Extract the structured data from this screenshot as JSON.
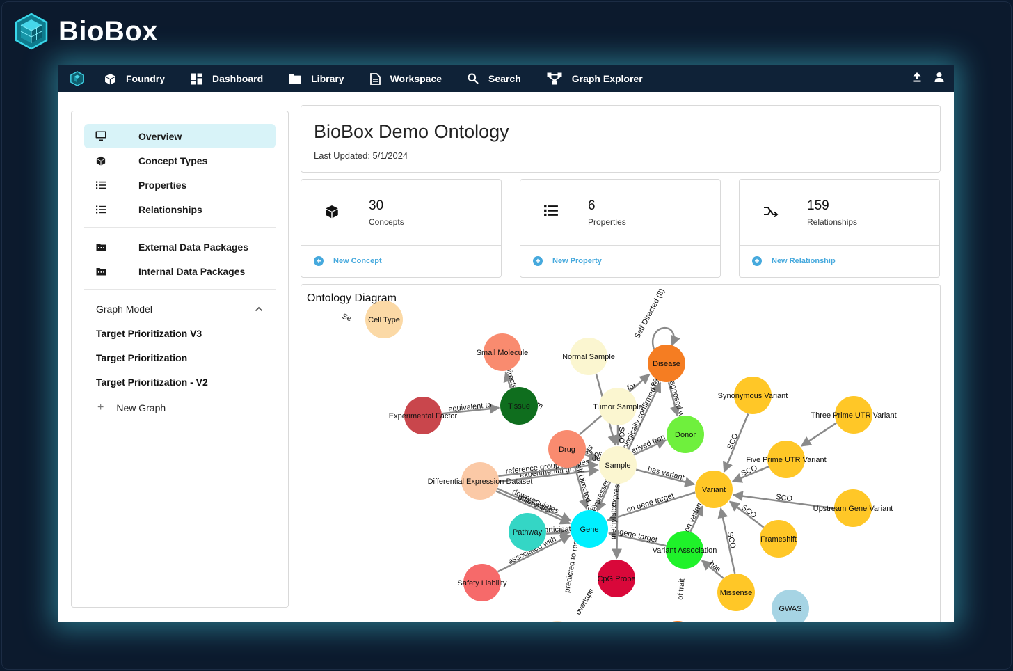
{
  "brand": {
    "name": "BioBox"
  },
  "nav": {
    "items": [
      {
        "label": "Foundry",
        "icon": "cube-icon"
      },
      {
        "label": "Dashboard",
        "icon": "dashboard-icon"
      },
      {
        "label": "Library",
        "icon": "folder-icon"
      },
      {
        "label": "Workspace",
        "icon": "document-icon"
      },
      {
        "label": "Search",
        "icon": "search-icon"
      },
      {
        "label": "Graph Explorer",
        "icon": "graph-icon"
      }
    ],
    "right_icons": [
      "upload-icon",
      "user-icon"
    ]
  },
  "sidebar": {
    "items": [
      {
        "label": "Overview",
        "icon": "monitor-icon",
        "active": true
      },
      {
        "label": "Concept Types",
        "icon": "cube-icon"
      },
      {
        "label": "Properties",
        "icon": "list-icon"
      },
      {
        "label": "Relationships",
        "icon": "list-icon"
      },
      {
        "label": "External Data Packages",
        "icon": "folder-data-icon"
      },
      {
        "label": "Internal Data Packages",
        "icon": "folder-data-icon"
      }
    ],
    "graph_model": {
      "label": "Graph Model",
      "items": [
        "Target Prioritization V3",
        "Target Prioritization",
        "Target Prioritization - V2"
      ],
      "new_label": "New Graph"
    }
  },
  "header": {
    "title": "BioBox Demo Ontology",
    "last_updated": "Last Updated: 5/1/2024"
  },
  "stats": [
    {
      "value": "30",
      "label": "Concepts",
      "action": "New Concept",
      "icon": "cube-icon"
    },
    {
      "value": "6",
      "label": "Properties",
      "action": "New Property",
      "icon": "list-icon"
    },
    {
      "value": "159",
      "label": "Relationships",
      "action": "New Relationship",
      "icon": "relationship-icon"
    }
  ],
  "diagram": {
    "title": "Ontology Diagram",
    "nodes": [
      {
        "id": "celltype",
        "label": "Cell Type",
        "color": "#fbd9a6"
      },
      {
        "id": "smallmol",
        "label": "Small Molecule",
        "color": "#f98b6f"
      },
      {
        "id": "normal",
        "label": "Normal Sample",
        "color": "#fbf6d0"
      },
      {
        "id": "disease",
        "label": "Disease",
        "color": "#f57d22"
      },
      {
        "id": "tissue",
        "label": "Tissue",
        "color": "#0f6e1e"
      },
      {
        "id": "expfactor",
        "label": "Experimental Factor",
        "color": "#c9464c"
      },
      {
        "id": "tumor",
        "label": "Tumor Sample",
        "color": "#fbf6d0"
      },
      {
        "id": "donor",
        "label": "Donor",
        "color": "#6ff03d"
      },
      {
        "id": "drug",
        "label": "Drug",
        "color": "#f98b6f"
      },
      {
        "id": "sample",
        "label": "Sample",
        "color": "#fbf6d0"
      },
      {
        "id": "diffexp",
        "label": "Differential Expression Dataset",
        "color": "#fbc9a6"
      },
      {
        "id": "synvar",
        "label": "Synonymous Variant",
        "color": "#ffc727"
      },
      {
        "id": "threeutr",
        "label": "Three Prime UTR Variant",
        "color": "#ffc727"
      },
      {
        "id": "fiveutr",
        "label": "Five Prime UTR Variant",
        "color": "#ffc727"
      },
      {
        "id": "variant",
        "label": "Variant",
        "color": "#ffc727"
      },
      {
        "id": "upstream",
        "label": "Upstream Gene Variant",
        "color": "#ffc727"
      },
      {
        "id": "pathway",
        "label": "Pathway",
        "color": "#34d6c5"
      },
      {
        "id": "gene",
        "label": "Gene",
        "color": "#00f0ff"
      },
      {
        "id": "varassoc",
        "label": "Variant Association",
        "color": "#1ff22a"
      },
      {
        "id": "frameshift",
        "label": "Frameshift",
        "color": "#ffc727"
      },
      {
        "id": "safety",
        "label": "Safety Liability",
        "color": "#f66a6a"
      },
      {
        "id": "cpg",
        "label": "CpG Probe",
        "color": "#d9083a"
      },
      {
        "id": "missense",
        "label": "Missense",
        "color": "#ffc727"
      },
      {
        "id": "gwas",
        "label": "GWAS",
        "color": "#a6d4e4"
      }
    ],
    "edges": [
      {
        "from": "tissue",
        "to": "smallmol",
        "label": "Self Directed (11)"
      },
      {
        "from": "expfactor",
        "to": "tissue",
        "label": "equivalent to"
      },
      {
        "from": "disease",
        "to": "disease",
        "label": "Self Directed (8)"
      },
      {
        "from": "normal",
        "to": "sample",
        "label": ""
      },
      {
        "from": "tumor",
        "to": "sample",
        "label": "SCO"
      },
      {
        "from": "sample",
        "to": "disease",
        "label": "ologically confirmed to"
      },
      {
        "from": "drug",
        "to": "disease",
        "label": "is a"
      },
      {
        "from": "drug",
        "to": "sample",
        "label": "has clin"
      },
      {
        "from": "disease",
        "to": "donor",
        "label": "iagnosed w"
      },
      {
        "from": "sample",
        "to": "donor",
        "label": "erived fron"
      },
      {
        "from": "sample",
        "to": "variant",
        "label": "has variant"
      },
      {
        "from": "diffexp",
        "to": "sample",
        "label": "experimental gro"
      },
      {
        "from": "diffexp",
        "to": "sample",
        "label": "reference group includes"
      },
      {
        "from": "diffexp",
        "to": "gene",
        "label": "downregulates"
      },
      {
        "from": "diffexp",
        "to": "gene",
        "label": "differential"
      },
      {
        "from": "drug",
        "to": "gene",
        "label": "Self Directed (3)"
      },
      {
        "from": "sample",
        "to": "gene",
        "label": "expresses"
      },
      {
        "from": "variant",
        "to": "gene",
        "label": "on gene target"
      },
      {
        "from": "synvar",
        "to": "variant",
        "label": "SCO"
      },
      {
        "from": "fiveutr",
        "to": "variant",
        "label": "SCO"
      },
      {
        "from": "threeutr",
        "to": "fiveutr",
        "label": ""
      },
      {
        "from": "upstream",
        "to": "variant",
        "label": "SCO"
      },
      {
        "from": "frameshift",
        "to": "variant",
        "label": "SCO"
      },
      {
        "from": "missense",
        "to": "variant",
        "label": "SCO"
      },
      {
        "from": "varassoc",
        "to": "variant",
        "label": "on varian"
      },
      {
        "from": "varassoc",
        "to": "gene",
        "label": "gene target"
      },
      {
        "from": "pathway",
        "to": "gene",
        "label": "participate"
      },
      {
        "from": "safety",
        "to": "gene",
        "label": "associated with"
      },
      {
        "from": "sample",
        "to": "cpg",
        "label": "methylates"
      },
      {
        "from": "missense",
        "to": "varassoc",
        "label": "has"
      }
    ],
    "fragments": [
      "Se",
      "predicted to regulate",
      "overlaps",
      "of trait",
      "des",
      "es",
      "m",
      "up",
      "ence",
      "for",
      "is",
      "expresses"
    ]
  }
}
